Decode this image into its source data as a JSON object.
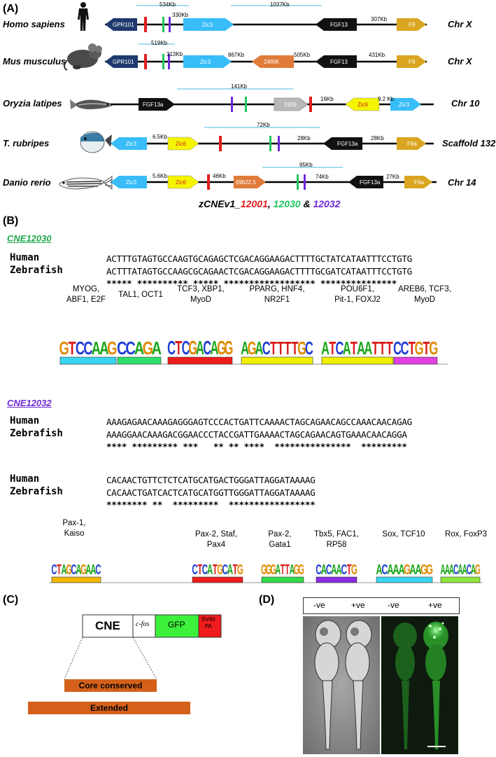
{
  "panels": {
    "a": "(A)",
    "b": "(B)",
    "c": "(C)",
    "d": "(D)"
  },
  "colors": {
    "red": "#e11d1d",
    "green": "#22c55e",
    "purple": "#6d28d9",
    "cyan": "#38bdf8",
    "yellow": "#f5f500",
    "orange": "#e07b39",
    "gold": "#daa520",
    "navy": "#1e3a6e",
    "black": "#111111",
    "grey": "#b8b8b8",
    "bar_cyan": "#6fc7e8"
  },
  "species": [
    {
      "name": "Homo sapiens",
      "chr": "Chr X",
      "icon": "human-silhouette-icon"
    },
    {
      "name": "Mus musculus",
      "chr": "Chr X",
      "icon": "mouse-drawing-icon"
    },
    {
      "name": "Oryzia latipes",
      "chr": "Chr 10",
      "icon": "medaka-fish-icon"
    },
    {
      "name": "T. rubripes",
      "chr": "Scaffold 132",
      "icon": "pufferfish-icon"
    },
    {
      "name": "Danio rerio",
      "chr": "Chr 14",
      "icon": "zebrafish-icon"
    }
  ],
  "genes": {
    "gpr101": "GPR101",
    "zic3": "Zic3",
    "fgf13": "FGF13",
    "f9": "F9",
    "rik": "24RIK",
    "fgf13a": "FGF13a",
    "g1639": "1639",
    "zic6": "Zic6",
    "f9a": "F9a",
    "g69": "69b22.5"
  },
  "distances": {
    "h1": "534Kb",
    "h2": "330Kb",
    "h3": "1037Kb",
    "h4": "307Kb",
    "m1": "519Kb",
    "m2": "313Kb",
    "m3": "867Kb",
    "m4": "505Kb",
    "m5": "431Kb",
    "o1": "141Kb",
    "o2": "16Kb",
    "o3": "9.2 Kb",
    "t1": "72Kb",
    "t2": "6.5Kb",
    "t3": "28Kb",
    "t4": "28Kb",
    "d1": "95Kb",
    "d2": "5.6Kb",
    "d3": "46Kb",
    "d4": "74Kb",
    "d5": "27Kb"
  },
  "legend": {
    "prefix": "zCNEv1_",
    "red": "12001",
    "sep1": ", ",
    "green": "12030",
    "sep2": " & ",
    "purple": "12032"
  },
  "cne12030": {
    "title": "CNE12030",
    "human_label": "Human",
    "zebrafish_label": "Zebrafish",
    "human": "ACTTTGTAGTGCCAAGTGCAGAGCTCGACAGGAAGACTTTTGCTATCATAATTTCCTGTG",
    "zebrafish": "ACTTTATAGTGCCAAGCGCAGAACTCGACAGGAAGACTTTTGCGATCATAATTTCCTGTG",
    "stars": "***** ********** ***** ****************** ***************",
    "motifs": [
      {
        "tf": "MYOG,\nABF1, E2F",
        "seq": "GTCCAAG",
        "bar": "#38d5f0"
      },
      {
        "tf": "TAL1, OCT1",
        "seq": "CCAGA",
        "bar": "#2ee06b"
      },
      {
        "tf": "TCF3, XBP1,\nMyoD",
        "seq": "CTCGACAGG",
        "bar": "#ee1c1c"
      },
      {
        "tf": "PPARG, HNF4,\nNR2F1",
        "seq": "AGACTTTTGC",
        "bar": "#f0f000"
      },
      {
        "tf": "POU6F1,\nPit-1, FOXJ2",
        "seq": "ATCATAATTT",
        "bar": "#f0f000"
      },
      {
        "tf": "AREB6, TCF3,\nMyoD",
        "seq": "CCTGTG",
        "bar": "#e040e0"
      }
    ]
  },
  "cne12032": {
    "title": "CNE12032",
    "human_label": "Human",
    "zebrafish_label": "Zebrafish",
    "human1": "AAAGAGAACAAAGAGGGAGTCCCACTGATTCAAAACTAGCAGAACAGCCAAACAACAGAG",
    "zebrafish1": "AAAGGAACAAAGACGGAACCCTACCGATTGAAAACTAGCAGAACAGTGAAACAACAGGA",
    "stars1": "**** ********* ***   ** ** ****  ***************  *********",
    "human2": "CACAACTGTTCTCTCATGCATGACTGGGATTAGGATAAAAG",
    "zebrafish2": "CACAACTGATCACTCATGCATGGTTGGGATTAGGATAAAAG",
    "stars2": "******** **  *********  *****************",
    "motifs": [
      {
        "tf": "Pax-1,\nKaiso",
        "seq": "CTAGCAGAAC",
        "bar": "#f2b705"
      },
      {
        "tf": "Pax-2, Staf,\nPax4",
        "seq": "CTCATGCATG",
        "bar": "#ee1c1c"
      },
      {
        "tf": "Pax-2,\nGata1",
        "seq": "GGGATTAGG",
        "bar": "#32d94a"
      },
      {
        "tf": "Tbx5, FAC1,\nRP58",
        "seq": "CACAACTG",
        "bar": "#8a2be2"
      },
      {
        "tf": "Sox, TCF10",
        "seq": "ACAAAGAAGG",
        "bar": "#38d5f0"
      },
      {
        "tf": "Rox, FoxP3",
        "seq": "AAACAACAG",
        "bar": "#8ee63a"
      }
    ]
  },
  "construct": {
    "cne": "CNE",
    "cfos": "c-fos",
    "gfp": "GFP",
    "sv40": "SV40\nPA",
    "core": "Core conserved",
    "extended": "Extended"
  },
  "microscopy": {
    "neg1": "-ve",
    "pos1": "+ve",
    "neg2": "-ve",
    "pos2": "+ve"
  }
}
